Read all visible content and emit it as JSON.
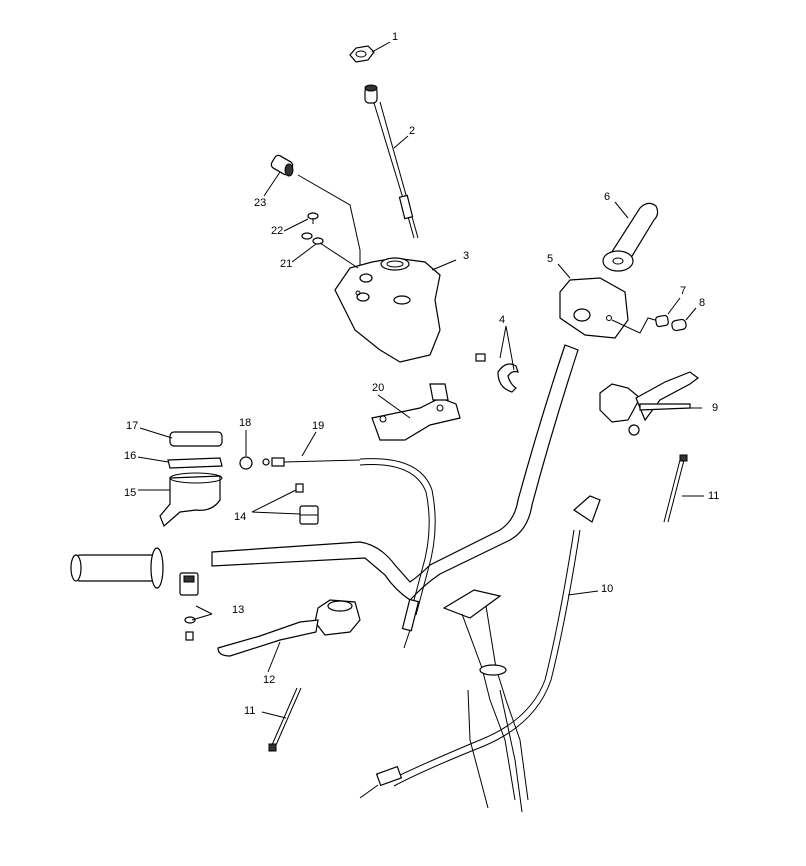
{
  "diagram": {
    "callouts": [
      "1",
      "2",
      "3",
      "4",
      "5",
      "6",
      "7",
      "8",
      "9",
      "10",
      "11",
      "11",
      "12",
      "13",
      "14",
      "15",
      "16",
      "17",
      "18",
      "19",
      "20",
      "21",
      "22",
      "23"
    ]
  }
}
